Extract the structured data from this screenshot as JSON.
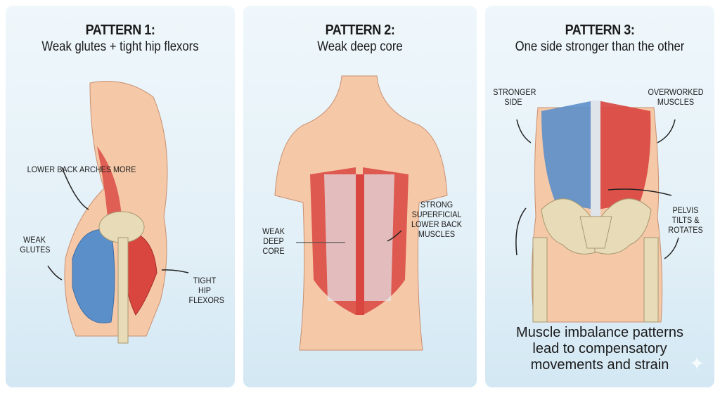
{
  "panels": [
    {
      "title": "PATTERN 1:",
      "subtitle": "Weak glutes + tight hip flexors",
      "labels": {
        "lower_back": "LOWER BACK ARCHES MORE",
        "weak_glutes": "WEAK GLUTES",
        "tight_hip_flexors": "TIGHT HIP FLEXORS"
      }
    },
    {
      "title": "PATTERN 2:",
      "subtitle": "Weak deep core",
      "labels": {
        "weak_core": "WEAK DEEP CORE",
        "strong_back": "STRONG SUPERFICIAL LOWER BACK MUSCLES"
      }
    },
    {
      "title": "PATTERN 3:",
      "subtitle": "One side stronger than the other",
      "labels": {
        "stronger_side": "STRONGER SIDE",
        "overworked": "OVERWORKED MUSCLES",
        "pelvis": "PELVIS TILTS & ROTATES"
      },
      "footer": "Muscle imbalance patterns lead to compensatory movements and strain"
    }
  ],
  "colors": {
    "skin": "#f5c9a8",
    "muscle_red": "#d9453f",
    "muscle_blue": "#5b8fc9",
    "bone": "#e8dcb8"
  }
}
